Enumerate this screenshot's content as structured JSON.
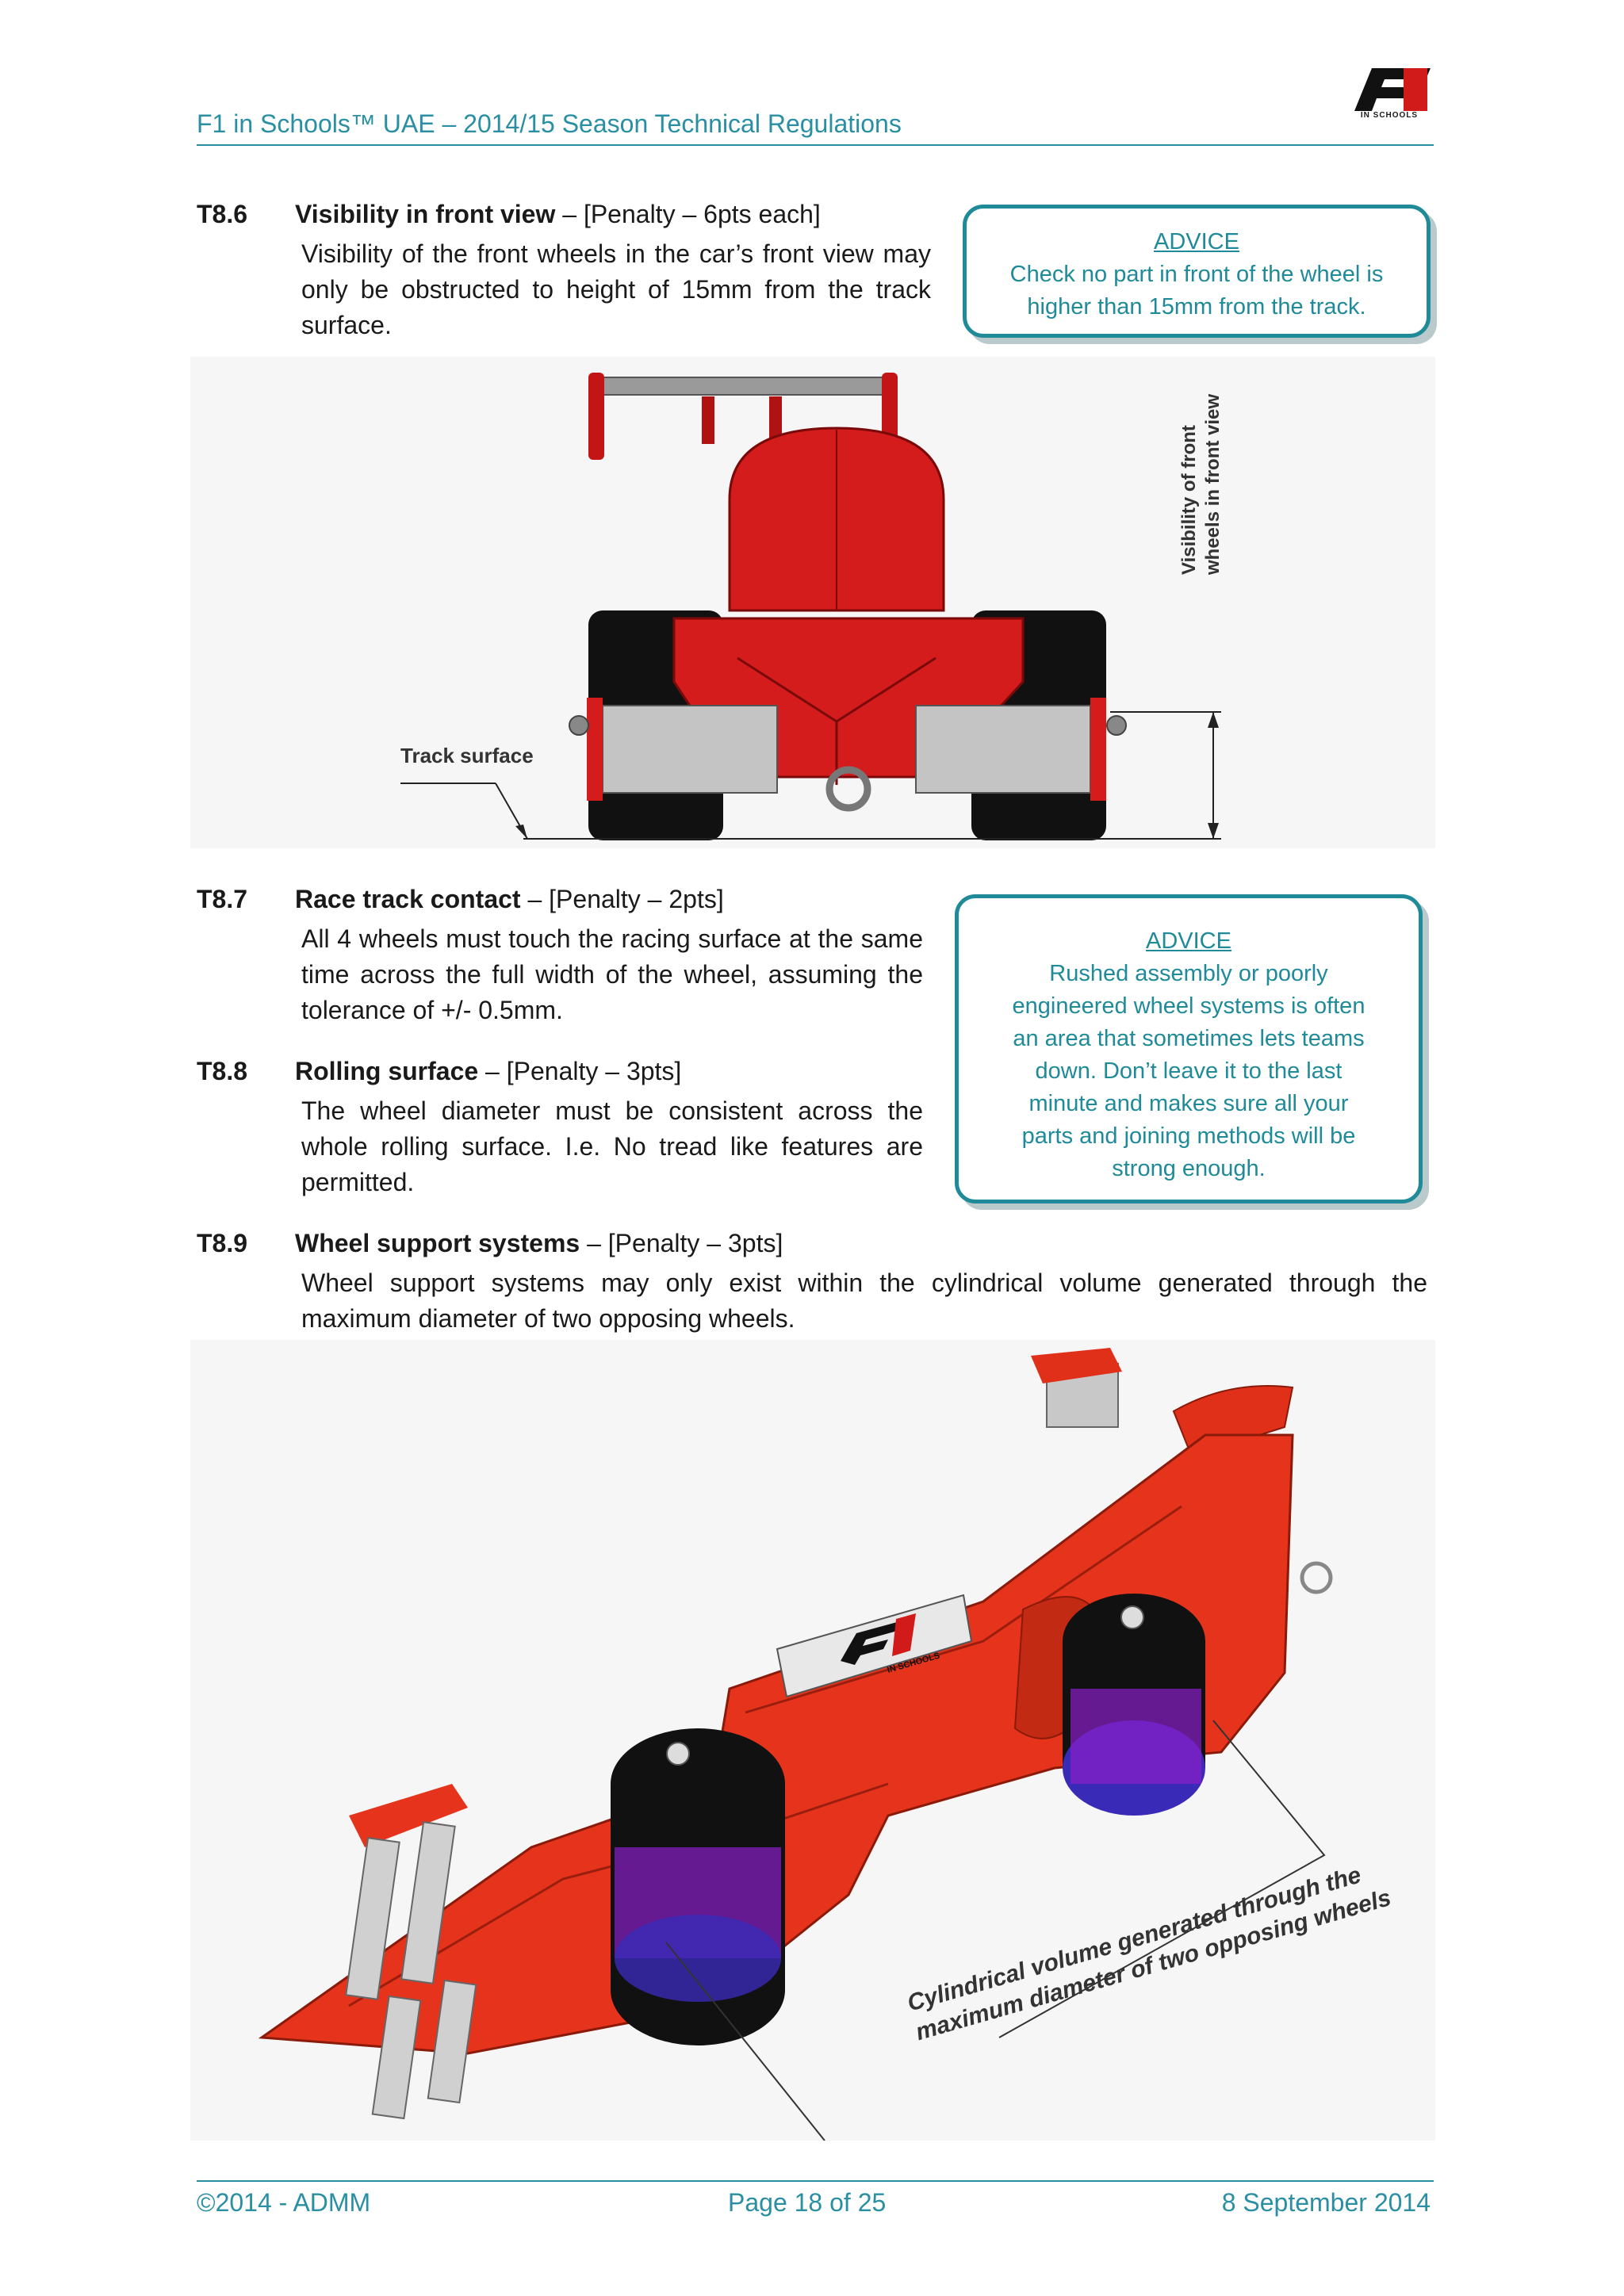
{
  "header": {
    "title": "F1 in Schools™ UAE – 2014/15 Season Technical Regulations",
    "logo_caption": "IN SCHOOLS"
  },
  "sections": [
    {
      "num": "T8.6",
      "title": "Visibility in front view",
      "penalty": " – [Penalty – 6pts each]",
      "paragraphs": [
        "Visibility of the front wheels in the car’s front view may only be obstructed to height of 15mm from the track surface."
      ]
    },
    {
      "num": "T8.7",
      "title": "Race track contact",
      "penalty": " – [Penalty – 2pts]",
      "paragraphs": [
        "All 4 wheels must touch the racing surface at the same time across the full width of the wheel, assuming the tolerance of +/- 0.5mm."
      ]
    },
    {
      "num": "T8.8",
      "title": "Rolling surface",
      "penalty": " – [Penalty – 3pts]",
      "paragraphs": [
        "The wheel diameter must be consistent across the whole rolling surface. I.e. No tread like features are permitted."
      ]
    },
    {
      "num": "T8.9",
      "title": "Wheel support systems",
      "penalty": " – [Penalty – 3pts]",
      "paragraphs": [
        "Wheel support systems may only exist within the cylindrical volume generated through the maximum diameter of two opposing wheels."
      ]
    }
  ],
  "advice": [
    {
      "title": "ADVICE",
      "lines": [
        "Check no part in front of the wheel is",
        "higher than 15mm from the track."
      ]
    },
    {
      "title": "ADVICE",
      "lines": [
        "Rushed assembly or poorly",
        "engineered wheel systems is often",
        "an area that sometimes lets teams",
        "down. Don’t leave it to the last",
        "minute and makes sure all your",
        "parts and joining methods will be",
        "strong enough."
      ]
    }
  ],
  "figure1": {
    "track_label": "Track surface",
    "vis_label_line1": "Visibility of front",
    "vis_label_line2": "wheels in front view"
  },
  "figure2": {
    "callout_line1": "Cylindrical volume generated through the",
    "callout_line2": "maximum diameter of two opposing wheels",
    "decal_caption": "IN SCHOOLS"
  },
  "footer": {
    "left": "©2014 - ADMM",
    "center": "Page 18 of 25",
    "right": "8 September 2014"
  },
  "colors": {
    "accent": "#2a8fa3",
    "car_red": "#d11a1a",
    "volume_purple": "#8a1ec8"
  }
}
